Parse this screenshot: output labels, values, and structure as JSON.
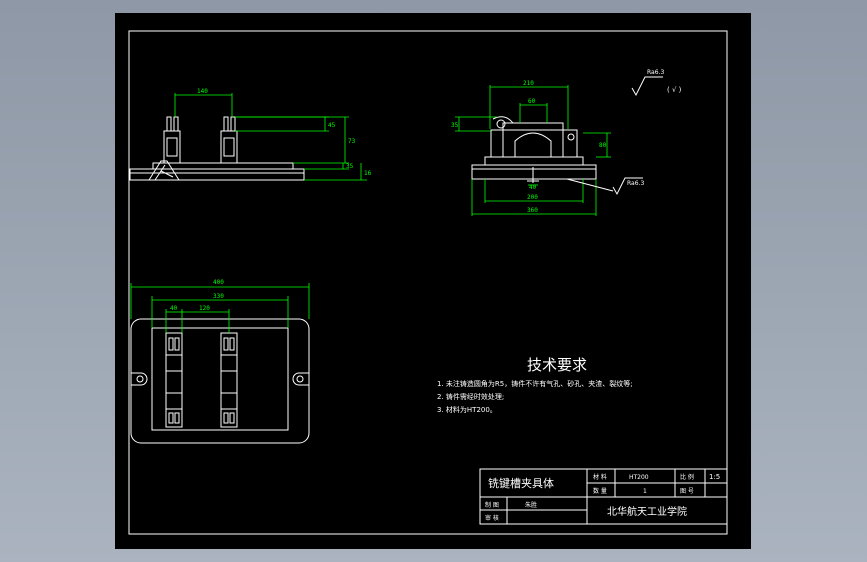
{
  "colors": {
    "line": "#ffffff",
    "dimension": "#00ff00",
    "background": "#000000",
    "frame": "#aab3bf"
  },
  "front_view": {
    "dims": {
      "d140": "140",
      "d45": "45",
      "d73": "73",
      "d35": "35",
      "d16": "16"
    }
  },
  "side_view": {
    "dims": {
      "d210": "210",
      "d60": "60",
      "d35": "35",
      "d200": "200",
      "d360": "360",
      "d80": "80",
      "d40": "40"
    },
    "roughness_main": "Ra6.3",
    "roughness_note": "( √ )",
    "roughness_bottom": "Ra6.3"
  },
  "top_view": {
    "dims": {
      "d400": "400",
      "d330": "330",
      "d40": "40",
      "d120": "120"
    }
  },
  "tech_requirements": {
    "title": "技术要求",
    "items": [
      "1. 未注铸造圆角为R5，铸件不许有气孔、砂孔、夹渣、裂纹等;",
      "2. 铸件需经时效处理;",
      "3. 材料为HT200。"
    ]
  },
  "title_block": {
    "part_name": "铣键槽夹具体",
    "material_label": "材 料",
    "material_value": "HT200",
    "scale_label": "比 例",
    "scale_value": "1:5",
    "quantity_label": "数 量",
    "quantity_value": "1",
    "drawing_no_label": "图 号",
    "designer_label": "制 图",
    "designer_value": "朱胜",
    "reviewer_label": "审 核",
    "school": "北华航天工业学院"
  }
}
